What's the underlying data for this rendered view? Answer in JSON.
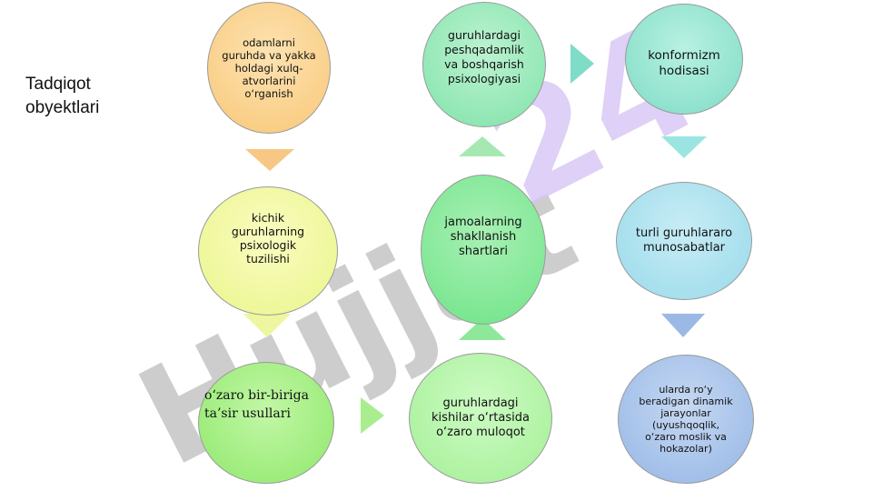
{
  "title": "Tadqiqot obyektlari",
  "nodes": {
    "n1": "odamlarni guruhda va yakka holdagi xulq-atvorlarini o‘rganish",
    "n2": "guruhlardagi peshqadamlik va boshqarish psixologiyasi",
    "n3": "konformizm hodisasi",
    "n4": "kichik guruhlarning psixologik tuzilishi",
    "n5": "jamoalarning shakllanish shartlari",
    "n6": "turli guruhlararo munosabatlar",
    "n7": "o‘zaro bir-biriga ta’sir usullari",
    "n8": "guruhlardagi kishilar o‘rtasida o‘zaro muloqot",
    "n9": "ularda ro‘y beradigan dinamik jarayonlar (uyushqoqlik, o‘zaro moslik va hokazolar)"
  },
  "watermark": {
    "text1": "Hujjat",
    "text2": "24"
  },
  "colors": {
    "orange": "#f8c777",
    "green": "#7fe3a8",
    "teal": "#7fdcc6",
    "yellow": "#eaf58a",
    "lightblue": "#98d9ea",
    "blue": "#94b6e6",
    "watermark_gray": "#c0c0c0",
    "watermark_purple": "#d9c8f5"
  }
}
